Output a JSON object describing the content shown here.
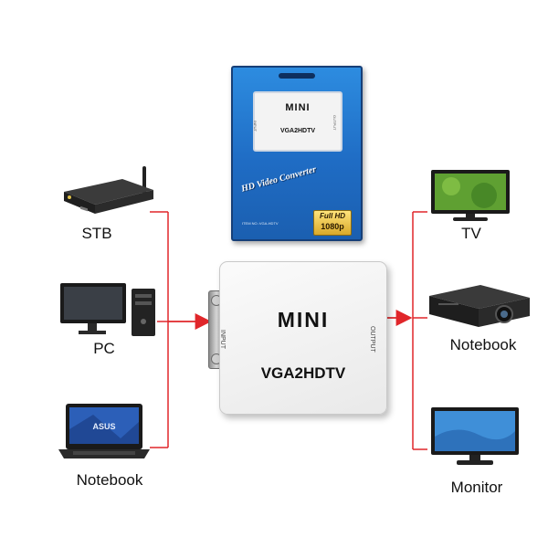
{
  "product_box": {
    "brand": "MINI",
    "model": "VGA2HDTV",
    "banner": "HD Video Converter",
    "badge_line1": "Full HD",
    "badge_line2": "1080p",
    "small_print": "ITEM NO.:VGA-HDTV",
    "input_label": "INPUT",
    "output_label": "OUTPUT"
  },
  "adapter": {
    "brand": "MINI",
    "model": "VGA2HDTV",
    "input_label": "INPUT",
    "output_label": "OUTPUT"
  },
  "sources": [
    {
      "label": "STB",
      "icon": "set-top-box-icon"
    },
    {
      "label": "PC",
      "icon": "desktop-pc-icon"
    },
    {
      "label": "Notebook",
      "icon": "laptop-icon",
      "screen_text": "ASUS"
    }
  ],
  "outputs": [
    {
      "label": "TV",
      "icon": "tv-icon"
    },
    {
      "label": "Notebook",
      "icon": "projector-icon"
    },
    {
      "label": "Monitor",
      "icon": "monitor-icon"
    }
  ],
  "colors": {
    "wire": "#e0262a",
    "box_blue": "#1f6cc4",
    "adapter_white": "#f5f5f5"
  }
}
